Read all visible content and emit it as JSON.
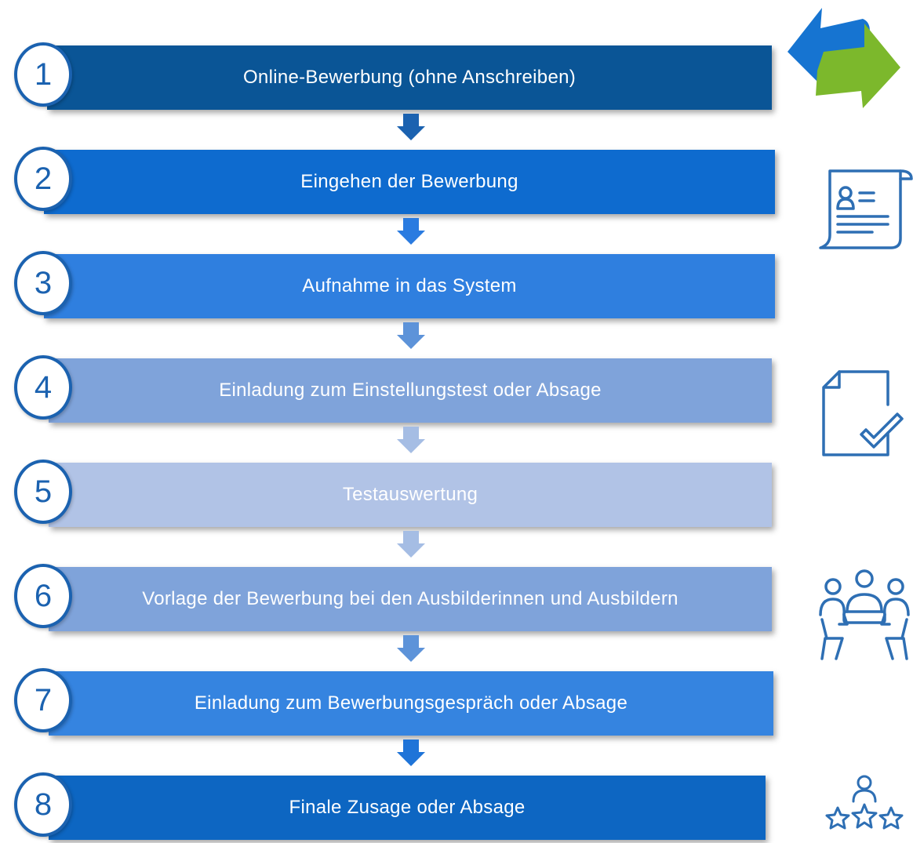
{
  "steps": [
    {
      "number": "1",
      "label": "Online-Bewerbung (ohne Anschreiben)",
      "color": "#0a5596"
    },
    {
      "number": "2",
      "label": "Eingehen der Bewerbung",
      "color": "#0e6bcf"
    },
    {
      "number": "3",
      "label": "Aufnahme in das System",
      "color": "#2f7fdf"
    },
    {
      "number": "4",
      "label": "Einladung zum Einstellungstest oder Absage",
      "color": "#7fa3da"
    },
    {
      "number": "5",
      "label": "Testauswertung",
      "color": "#b1c3e6"
    },
    {
      "number": "6",
      "label": "Vorlage der Bewerbung bei den Ausbilderinnen und Ausbildern",
      "color": "#7fa3da"
    },
    {
      "number": "7",
      "label": "Einladung zum Bewerbungsgespräch oder Absage",
      "color": "#3584e0"
    },
    {
      "number": "8",
      "label": "Finale Zusage oder Absage",
      "color": "#0d66c2"
    }
  ],
  "arrow_colors": [
    "#1b62b0",
    "#2a7be0",
    "#5d93d9",
    "#a5bde4",
    "#a5bde4",
    "#5d93d9",
    "#1f74d8"
  ],
  "colors": {
    "circle_border": "#1b62b0",
    "icon_stroke": "#2e6fb4",
    "exchange_blue": "#1674d1",
    "exchange_green": "#7cb82c"
  },
  "icons": [
    "exchange-arrows-icon",
    "resume-document-icon",
    "checked-document-icon",
    "meeting-people-icon",
    "rating-stars-person-icon"
  ]
}
